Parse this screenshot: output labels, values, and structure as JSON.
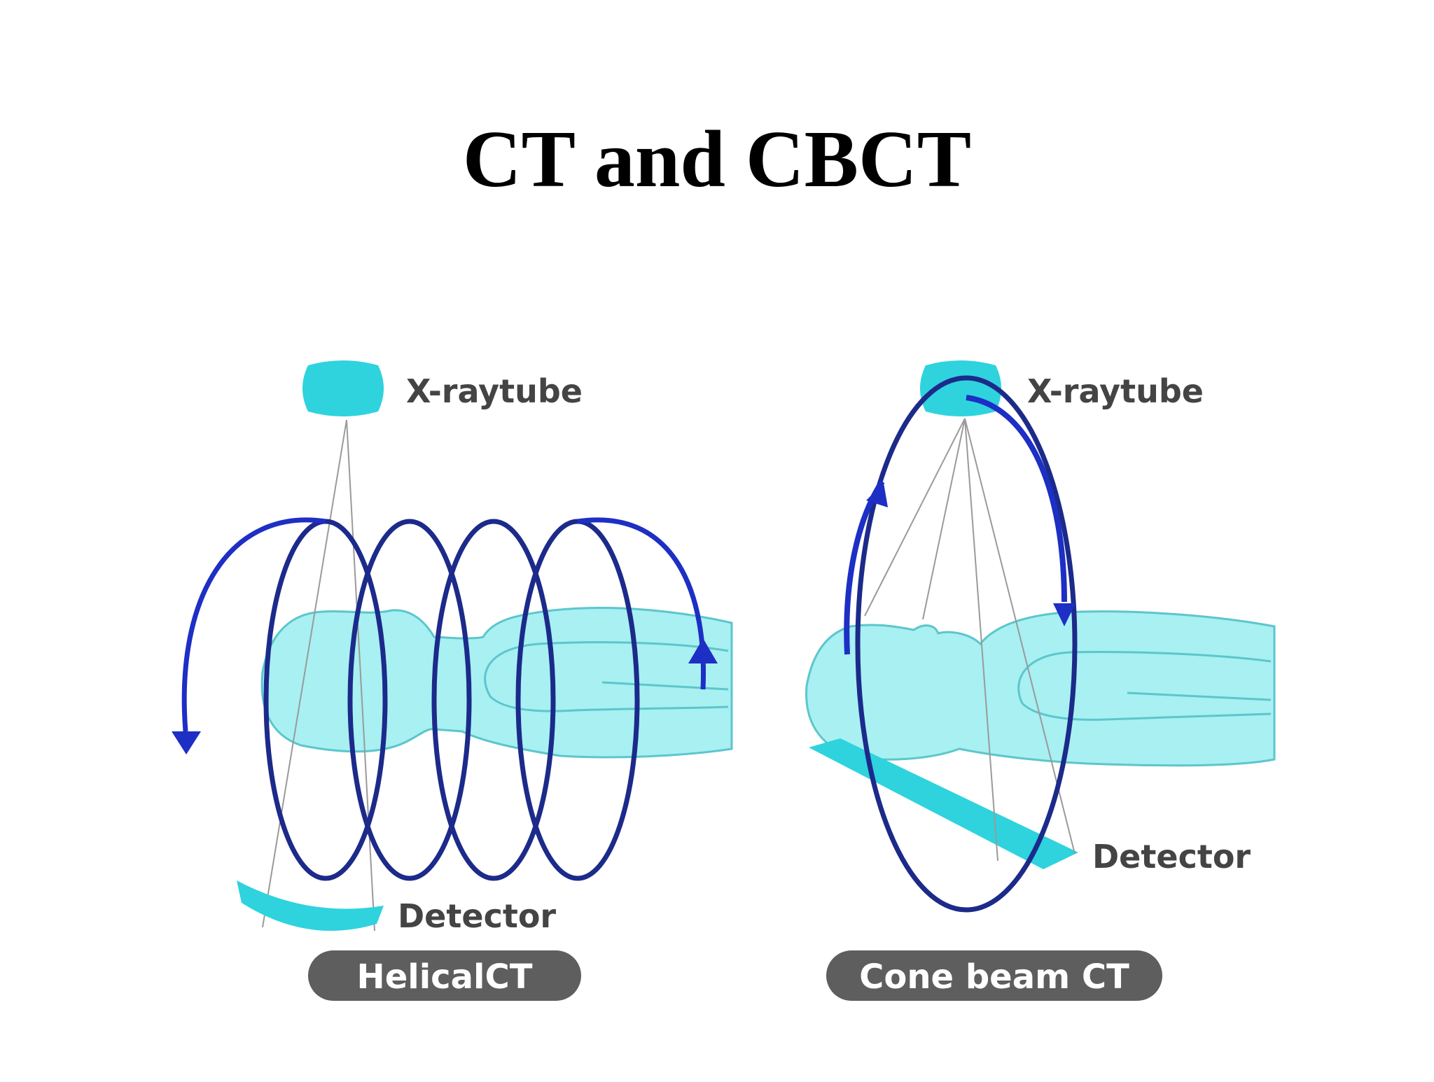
{
  "title": "CT and CBCT",
  "colors": {
    "body_fill": "#a8f0f2",
    "body_outline": "#5cc6cc",
    "device_fill": "#2ed3de",
    "ring": "#1c2a8a",
    "arrow": "#1d2fc4",
    "beam": "#9a9a9a",
    "label_text": "#444444",
    "pill_bg": "#5e5e5e",
    "pill_text": "#ffffff"
  },
  "icons": [
    "x-ray-tube-icon",
    "detector-icon",
    "patient-body-icon",
    "rotation-arrow-icon"
  ],
  "left_panel": {
    "tube_label": "X-raytube",
    "detector_label": "Detector",
    "caption": "HelicalCT"
  },
  "right_panel": {
    "tube_label": "X-raytube",
    "detector_label": "Detector",
    "caption": "Cone beam CT"
  }
}
